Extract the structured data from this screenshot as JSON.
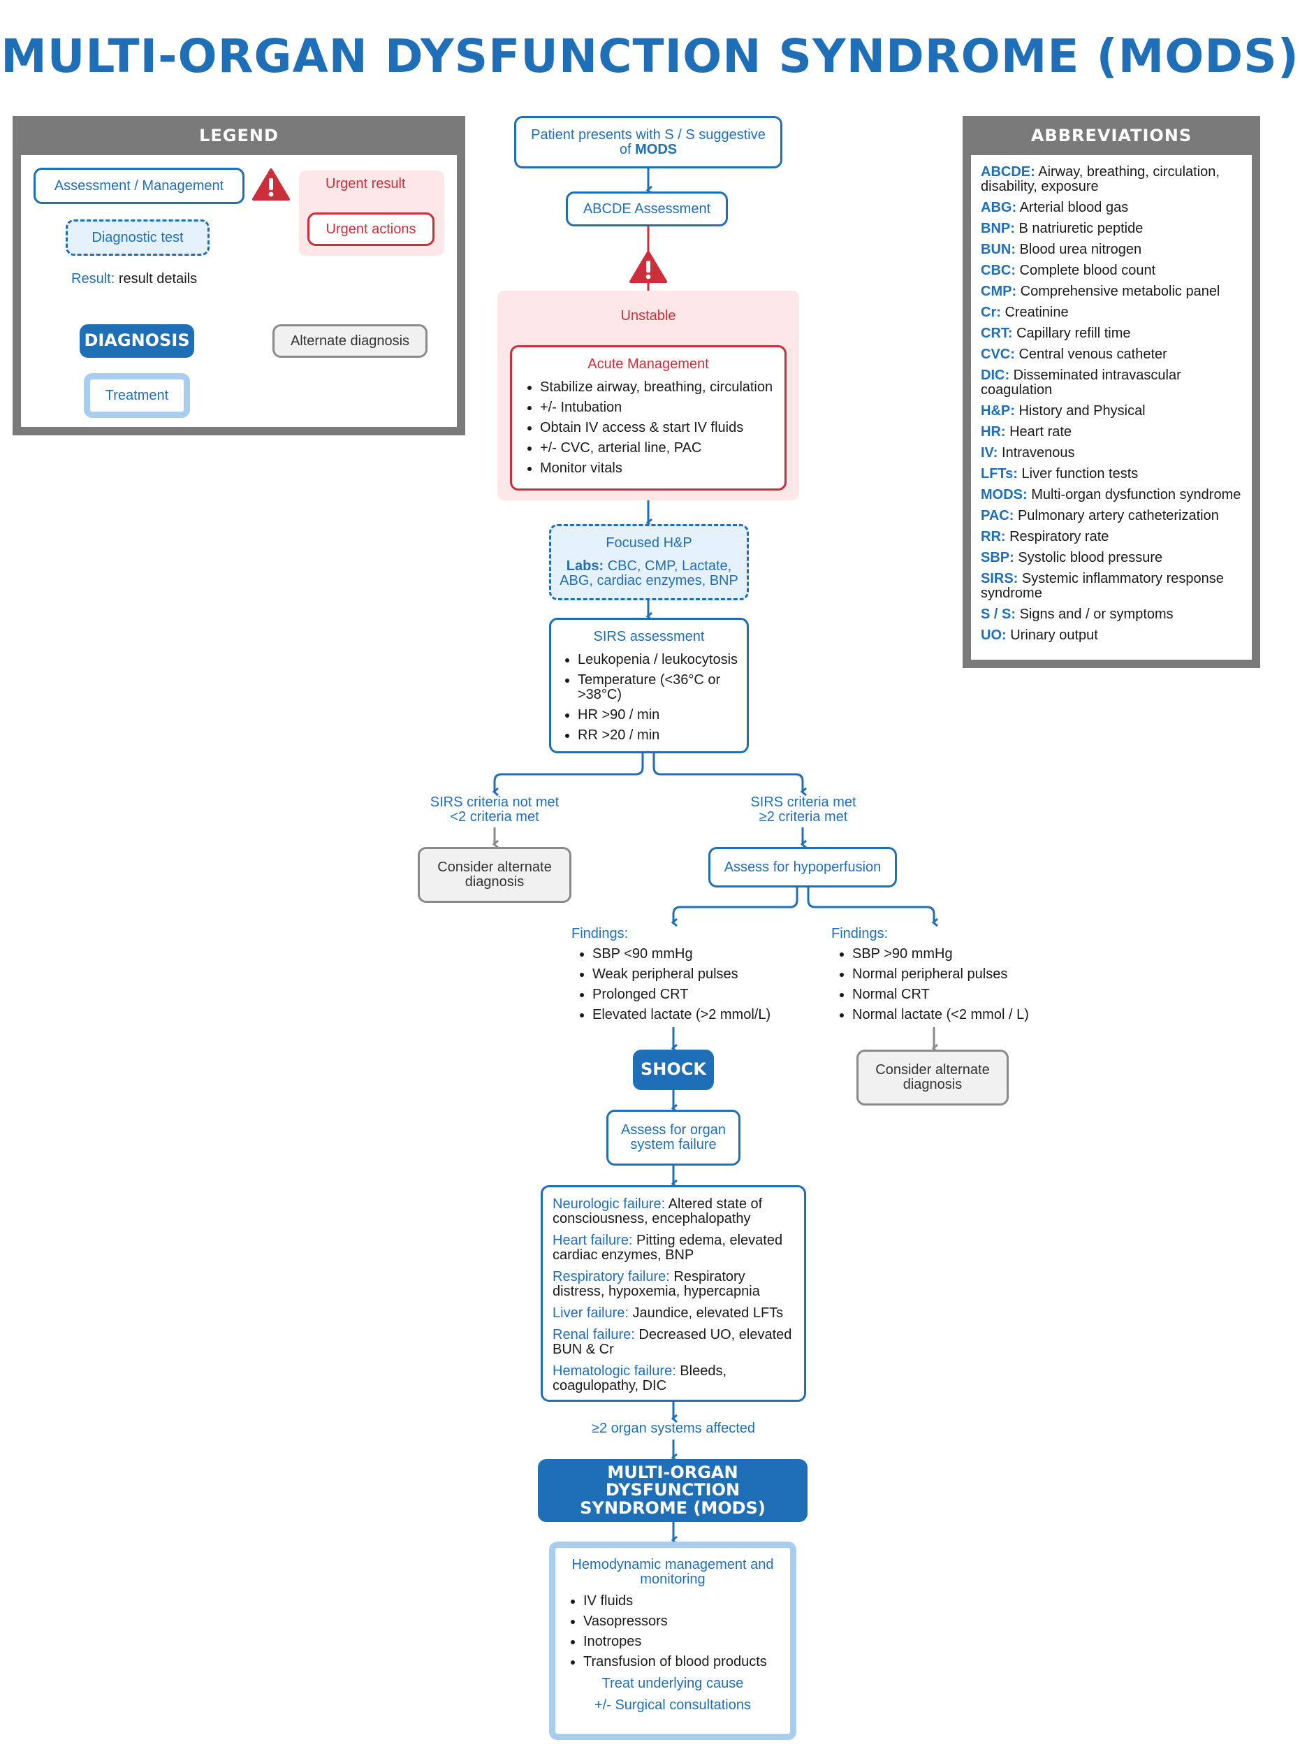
{
  "title": "MULTI-ORGAN DYSFUNCTION SYNDROME (MODS)",
  "legend": {
    "heading": "LEGEND",
    "assessment": "Assessment / Management",
    "diagnostic_test": "Diagnostic test",
    "result_key": "Result:",
    "result_value": "result details",
    "diagnosis": "DIAGNOSIS",
    "alternate": "Alternate diagnosis",
    "treatment": "Treatment",
    "urgent_result": "Urgent result",
    "urgent_actions": "Urgent actions"
  },
  "abbreviations": {
    "heading": "ABBREVIATIONS",
    "items": [
      {
        "abbr": "ABCDE:",
        "def": "Airway, breathing, circulation, disability, exposure"
      },
      {
        "abbr": "ABG:",
        "def": "Arterial blood gas"
      },
      {
        "abbr": "BNP:",
        "def": "B natriuretic peptide"
      },
      {
        "abbr": "BUN:",
        "def": "Blood urea nitrogen"
      },
      {
        "abbr": "CBC:",
        "def": "Complete blood count"
      },
      {
        "abbr": "CMP:",
        "def": "Comprehensive metabolic panel"
      },
      {
        "abbr": "Cr:",
        "def": "Creatinine"
      },
      {
        "abbr": "CRT:",
        "def": "Capillary refill time"
      },
      {
        "abbr": "CVC:",
        "def": "Central venous catheter"
      },
      {
        "abbr": "DIC:",
        "def": "Disseminated intravascular coagulation"
      },
      {
        "abbr": "H&P:",
        "def": "History and Physical"
      },
      {
        "abbr": "HR:",
        "def": "Heart rate"
      },
      {
        "abbr": "IV:",
        "def": "Intravenous"
      },
      {
        "abbr": "LFTs:",
        "def": "Liver function tests"
      },
      {
        "abbr": "MODS:",
        "def": "Multi-organ dysfunction syndrome"
      },
      {
        "abbr": "PAC:",
        "def": "Pulmonary artery catheterization"
      },
      {
        "abbr": "RR:",
        "def": "Respiratory rate"
      },
      {
        "abbr": "SBP:",
        "def": "Systolic blood pressure"
      },
      {
        "abbr": "SIRS:",
        "def": "Systemic inflammatory response syndrome"
      },
      {
        "abbr": "S / S:",
        "def": "Signs and / or symptoms"
      },
      {
        "abbr": "UO:",
        "def": "Urinary output"
      }
    ]
  },
  "flow": {
    "presents_a": "Patient presents with S / S suggestive",
    "presents_b": "of",
    "presents_c": "MODS",
    "abcde": "ABCDE Assessment",
    "unstable": "Unstable",
    "acute": {
      "title": "Acute Management",
      "items": [
        "Stabilize airway, breathing, circulation",
        "+/- Intubation",
        "Obtain IV access & start IV fluids",
        "+/- CVC, arterial line, PAC",
        "Monitor vitals"
      ]
    },
    "focused": {
      "title": "Focused H&P",
      "labs_key": "Labs:",
      "labs": "CBC, CMP, Lactate, ABG, cardiac enzymes, BNP"
    },
    "sirs": {
      "title": "SIRS assessment",
      "items": [
        "Leukopenia / leukocytosis",
        "Temperature (<36°C or >38°C)",
        "HR >90 / min",
        "RR >20 / min"
      ]
    },
    "not_met": {
      "title": "SIRS criteria not met",
      "sub": "<2 criteria met"
    },
    "met": {
      "title": "SIRS criteria met",
      "sub": "≥2 criteria met"
    },
    "consider_alt_1": "Consider alternate diagnosis",
    "hypoperfusion": "Assess for hypoperfusion",
    "findings_left": {
      "title": "Findings:",
      "items": [
        "SBP <90 mmHg",
        "Weak peripheral pulses",
        "Prolonged CRT",
        "Elevated lactate (>2 mmol/L)"
      ]
    },
    "findings_right": {
      "title": "Findings:",
      "items": [
        "SBP >90 mmHg",
        "Normal peripheral pulses",
        "Normal CRT",
        "Normal lactate (<2 mmol / L)"
      ]
    },
    "shock": "SHOCK",
    "consider_alt_2": "Consider alternate diagnosis",
    "assess_organ": "Assess for organ system failure",
    "organ_failures": [
      {
        "k": "Neurologic failure:",
        "v": "Altered state of consciousness, encephalopathy"
      },
      {
        "k": "Heart failure:",
        "v": "Pitting edema, elevated cardiac enzymes, BNP"
      },
      {
        "k": "Respiratory failure:",
        "v": "Respiratory distress, hypoxemia, hypercapnia"
      },
      {
        "k": "Liver failure:",
        "v": "Jaundice, elevated LFTs"
      },
      {
        "k": "Renal failure:",
        "v": "Decreased UO, elevated BUN & Cr"
      },
      {
        "k": "Hematologic failure:",
        "v": "Bleeds, coagulopathy, DIC"
      }
    ],
    "two_organs": "≥2 organ systems affected",
    "mods_dx": "MULTI-ORGAN DYSFUNCTION SYNDROME (MODS)",
    "treatment": {
      "title": "Hemodynamic management and monitoring",
      "items": [
        "IV fluids",
        "Vasopressors",
        "Inotropes",
        "Transfusion of blood products"
      ],
      "line1": "Treat underlying cause",
      "line2": "+/- Surgical consultations"
    }
  },
  "colors": {
    "primary": "#1f6fb8",
    "urgent": "#cc2f3a",
    "neutral": "#8a8a8a",
    "light_blue": "#a8cdee",
    "pink_zone": "#fde7e9"
  }
}
